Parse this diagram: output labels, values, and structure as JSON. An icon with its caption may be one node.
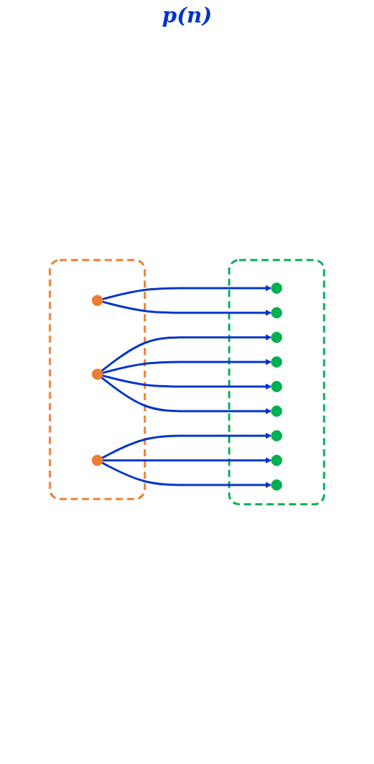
{
  "diagram": {
    "nodes": [
      {
        "text": [],
        "shape": "box"
      },
      {
        "text": [],
        "shape": "circle",
        "in": 0
      },
      {
        "text": [],
        "shape": "circle",
        "in": 0
      },
      {
        "text": [],
        "shape": "circle",
        "in": 0
      },
      {
        "text": [],
        "shape": "box"
      },
      {
        "text": [],
        "shape": "circle",
        "in": 4
      },
      {
        "text": [],
        "shape": "circle",
        "in": 4
      },
      {
        "text": [],
        "shape": "circle",
        "in": 4
      },
      {
        "text": [],
        "shape": "circle",
        "in": 4
      },
      {
        "text": [],
        "shape": "circle",
        "in": 4
      },
      {
        "text": [],
        "shape": "circle",
        "in": 4
      },
      {
        "text": [],
        "shape": "circle",
        "in": 4
      },
      {
        "text": [],
        "shape": "circle",
        "in": 4
      },
      {
        "text": [],
        "shape": "circle",
        "in": 4
      }
    ],
    "edges": [
      {
        "from": 1,
        "to": 5,
        "arrow": "to"
      },
      {
        "from": 1,
        "to": 6,
        "arrow": "to"
      },
      {
        "from": 2,
        "to": 7,
        "arrow": "to"
      },
      {
        "from": 2,
        "to": 8,
        "arrow": "to"
      },
      {
        "from": 2,
        "to": 9,
        "arrow": "to"
      },
      {
        "from": 2,
        "to": 10,
        "arrow": "to"
      },
      {
        "from": 3,
        "to": 11,
        "arrow": "to"
      },
      {
        "from": 3,
        "to": 12,
        "arrow": "to"
      },
      {
        "from": 3,
        "to": 13,
        "arrow": "to"
      }
    ],
    "labels": [
      "p(n)"
    ]
  }
}
